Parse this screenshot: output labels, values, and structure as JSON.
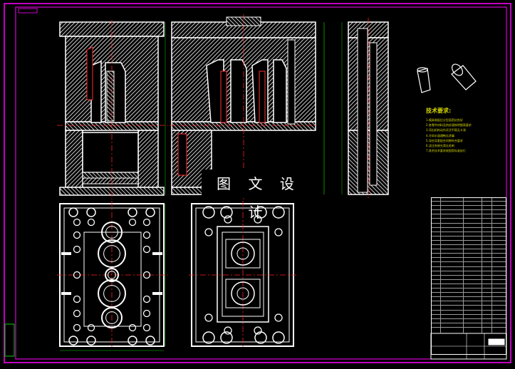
{
  "watermark": "图 文 设 计",
  "tech_requirements": {
    "title": "技术要求:",
    "lines": [
      "1.模具装配后分型面密封良好",
      "2.各零件材料及热处理按明细表要求",
      "3.顶出机构动作灵活平稳无卡滞",
      "4.冷却水道通畅无渗漏",
      "5.导柱导套配合间隙符合要求",
      "6.浇注系统光滑无毛刺",
      "7.其余技术要求按国家标准执行"
    ]
  },
  "colors": {
    "background": "#000000",
    "border": "#ff00ff",
    "line": "#ffffff",
    "center_line": "#ff2020",
    "hatch": "#ffffff",
    "text_yellow": "#d8d800",
    "dim_green": "#00d000",
    "leader_blue": "#4060ff"
  },
  "icons": [
    "part-sketch-icon"
  ]
}
